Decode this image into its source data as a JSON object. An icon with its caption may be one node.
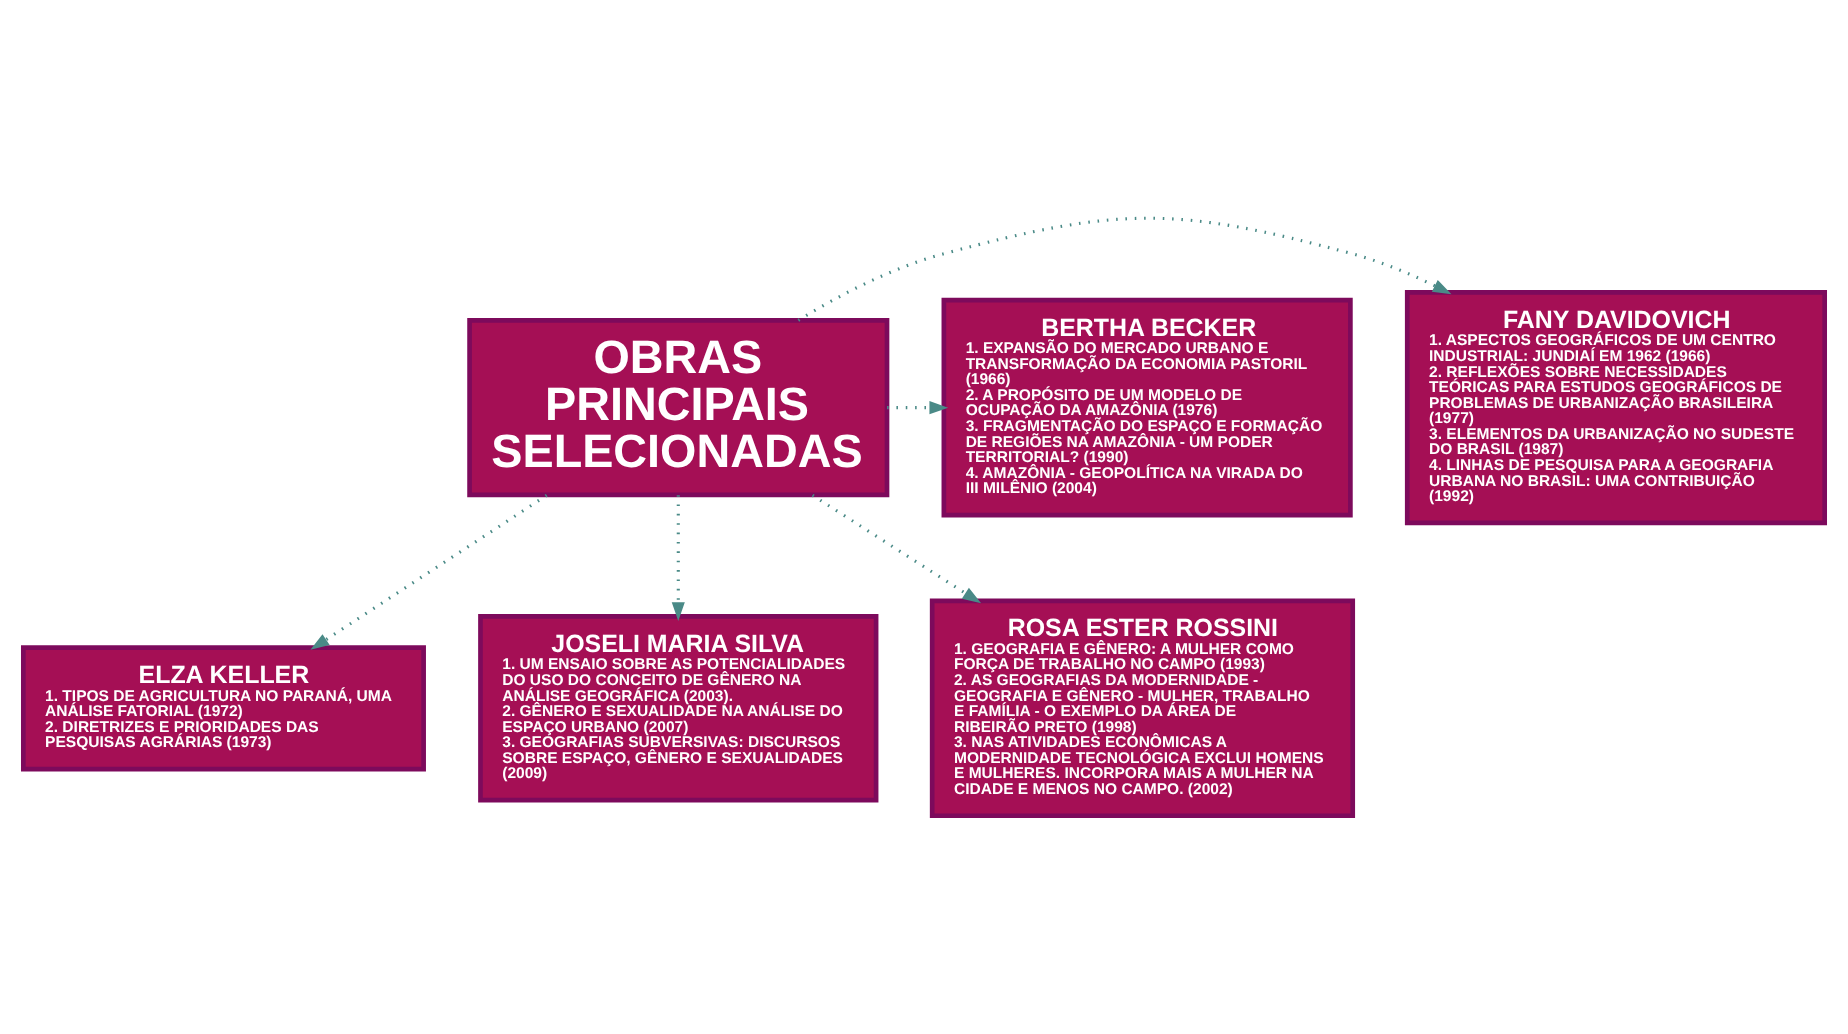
{
  "diagram": {
    "nodes": [
      {
        "text": [
          "OBRAS PRINCIPAIS SELECIONADAS"
        ]
      },
      {
        "text": [
          "FANY DAVIDOVICH",
          "1. ASPECTOS GEOGRÁFICOS DE UM CENTRO INDUSTRIAL: JUNDIAÍ EM 1962 (1966)",
          "2. REFLEXÕES SOBRE NECESSIDADES TEÓRICAS PARA ESTUDOS GEOGRÁFICOS DE PROBLEMAS DE URBANIZAÇÃO BRASILEIRA (1977)",
          "3. ELEMENTOS DA URBANIZAÇÃO NO SUDESTE DO BRASIL (1987)",
          "4. LINHAS DE PESQUISA PARA A GEOGRAFIA URBANA NO BRASIL: UMA CONTRIBUIÇÃO (1992)"
        ]
      },
      {
        "text": [
          "BERTHA BECKER",
          "1. EXPANSÃO DO MERCADO URBANO E TRANSFORMAÇÃO DA ECONOMIA PASTORIL (1966)",
          "2. A PROPÓSITO DE UM MODELO DE OCUPAÇÃO DA AMAZÔNIA (1976)",
          "3. FRAGMENTAÇÃO DO ESPAÇO E FORMAÇÃO DE REGIÕES NA AMAZÔNIA - UM PODER TERRITORIAL? (1990)",
          "4. AMAZÔNIA - GEOPOLÍTICA NA VIRADA DO III MILÊNIO (2004)"
        ]
      },
      {
        "text": [
          "ELZA KELLER",
          "1. TIPOS DE AGRICULTURA NO PARANÁ, UMA ANÁLISE FATORIAL (1972)",
          "2. DIRETRIZES E PRIORIDADES DAS PESQUISAS AGRÁRIAS (1973)"
        ]
      },
      {
        "text": [
          "JOSELI MARIA SILVA",
          "1. UM ENSAIO SOBRE AS POTENCIALIDADES DO USO DO CONCEITO DE GÊNERO NA ANÁLISE GEOGRÁFICA (2003).",
          "2. GÊNERO E SEXUALIDADE NA ANÁLISE DO ESPAÇO URBANO (2007)",
          "3. GEOGRAFIAS SUBVERSIVAS: DISCURSOS SOBRE ESPAÇO, GÊNERO E SEXUALIDADES (2009)"
        ]
      },
      {
        "text": [
          "ROSA ESTER ROSSINI",
          "1. GEOGRAFIA E GÊNERO: A MULHER COMO FORÇA DE TRABALHO NO CAMPO (1993)",
          "2. AS GEOGRAFIAS DA MODERNIDADE - GEOGRAFIA E GÊNERO - MULHER, TRABALHO E FAMÍLIA - O EXEMPLO DA ÁREA DE RIBEIRÃO PRETO (1998)",
          "3. NAS ATIVIDADES ECONÔMICAS A MODERNIDADE TECNOLÓGICA EXCLUI HOMENS E MULHERES. INCORPORA MAIS A MULHER NA CIDADE E MENOS NO CAMPO. (2002)"
        ]
      }
    ],
    "edges": [
      {
        "from": 0,
        "to": 1,
        "arrow": "to",
        "style": "dashed"
      },
      {
        "from": 0,
        "to": 2,
        "arrow": "to",
        "style": "dashed"
      },
      {
        "from": 0,
        "to": 3,
        "arrow": "to",
        "style": "dashed"
      },
      {
        "from": 0,
        "to": 4,
        "arrow": "to",
        "style": "dashed"
      },
      {
        "from": 0,
        "to": 5,
        "arrow": "to",
        "style": "dashed"
      }
    ]
  }
}
